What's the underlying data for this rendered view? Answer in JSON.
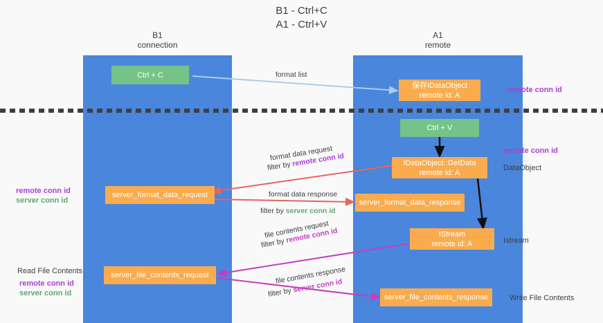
{
  "title": {
    "line1": "B1 - Ctrl+C",
    "line2": "A1 - Ctrl+V"
  },
  "columns": [
    {
      "name": "B1",
      "sub": "connection"
    },
    {
      "name": "A1",
      "sub": "remote"
    }
  ],
  "boxes": {
    "ctrl_c": "Ctrl + C",
    "ctrl_v": "Ctrl + V",
    "idataobject_title": "保存IDataObject",
    "idataobject_sub": "remote id: A",
    "getdata_title": "IDataObject::GetData",
    "getdata_sub": "remote id: A",
    "istream_title": "IStream",
    "istream_sub": "remote id: A",
    "server_format_data_request": "server_format_data_request",
    "server_format_data_response": "server_format_data_response",
    "server_file_contents_request": "server_file_contents_request",
    "server_file_contents_response": "server_file_contents_response"
  },
  "arrows": {
    "format_list": "format list",
    "format_data_request": "format data request",
    "format_data_response": "format data response",
    "file_contents_request": "file contents request",
    "file_contents_response": "file contents response",
    "filter_by": "filter by ",
    "remote_conn_id": "remote conn id",
    "server_conn_id": "server conn id"
  },
  "side_labels": {
    "right_remote_conn_id_top": "remote conn id",
    "right_remote_conn_id_mid": "remote conn id",
    "right_dataobject": "DataObject",
    "right_istream": "Istream",
    "right_write_file_contents": "Write File Contents",
    "left_remote_conn_id_mid": "remote conn id",
    "left_server_conn_id_mid": "server conn id",
    "left_read_file_contents": "Read File Contents",
    "left_remote_conn_id_bot": "remote conn id",
    "left_server_conn_id_bot": "server conn id"
  },
  "colors": {
    "lane": "#4a86db",
    "green_box": "#76c38a",
    "orange_box": "#f9ab4e",
    "purple_text": "#a93fd4",
    "green_text": "#5fa873",
    "magenta": "#c13fc1",
    "red_arrow": "#e8635f",
    "blue_arrow": "#a9cdef",
    "dark_text": "#3c4043",
    "background": "#f9f9f9"
  }
}
